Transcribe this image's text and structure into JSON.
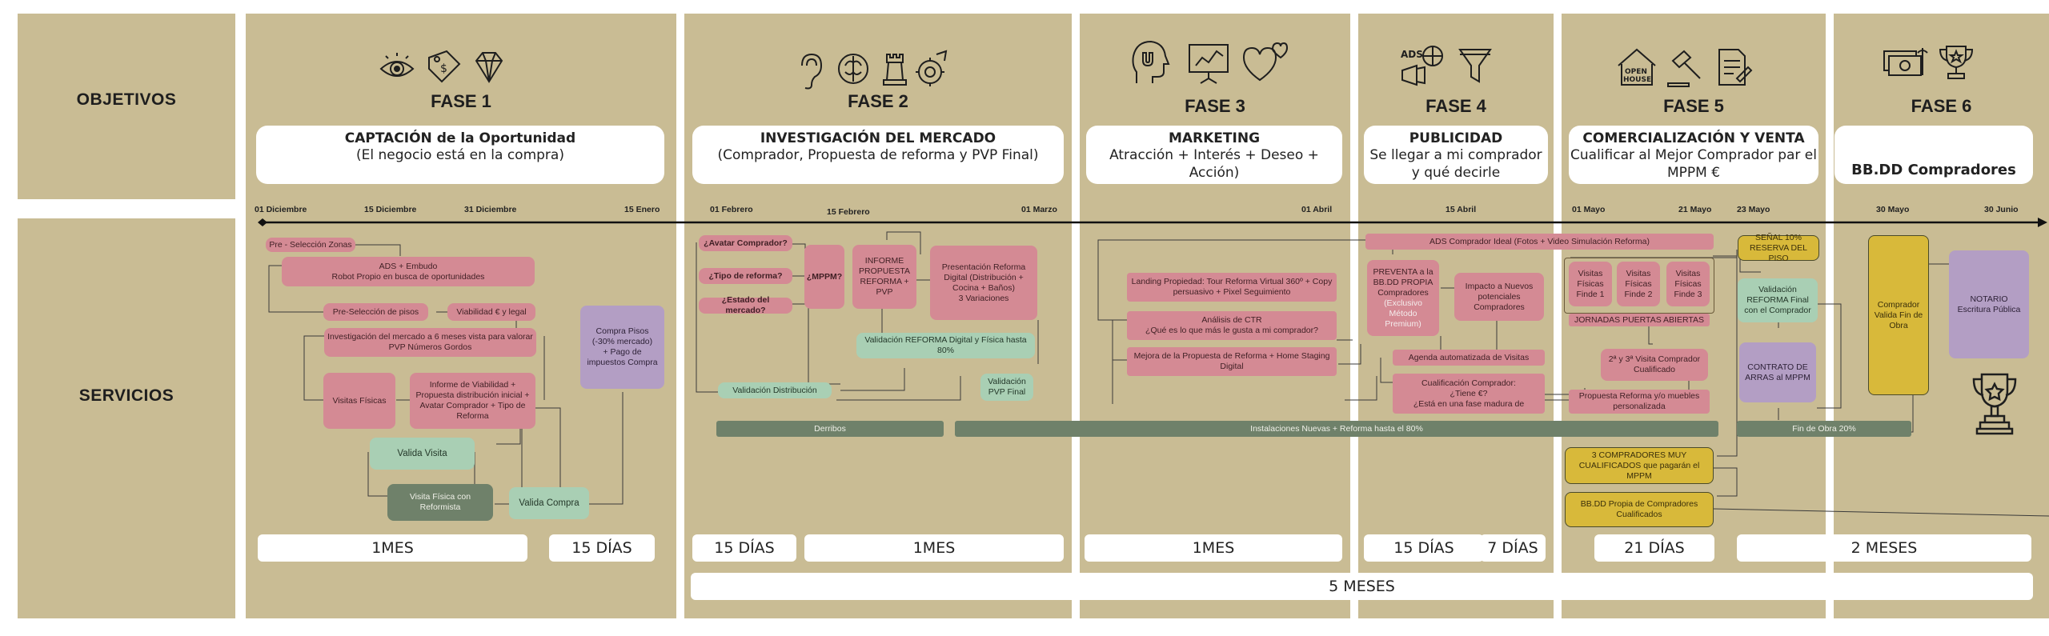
{
  "side": {
    "objetivos": "OBJETIVOS",
    "servicios": "SERVICIOS"
  },
  "phases": [
    {
      "name": "FASE 1",
      "title": "CAPTACIÓN  de la Oportunidad",
      "subtitle": "(El negocio está en la compra)"
    },
    {
      "name": "FASE 2",
      "title": "INVESTIGACIÓN DEL MERCADO",
      "subtitle": "(Comprador, Propuesta de reforma y PVP Final)"
    },
    {
      "name": "FASE 3",
      "title": "MARKETING",
      "subtitle": "Atracción + Interés + Deseo + Acción)"
    },
    {
      "name": "FASE 4",
      "title": "PUBLICIDAD",
      "subtitle": "Se llegar a mi comprador y qué decirle"
    },
    {
      "name": "FASE 5",
      "title": "COMERCIALIZACIÓN Y VENTA",
      "subtitle": "Cualificar al Mejor Comprador par el MPPM  €"
    },
    {
      "name": "FASE 6",
      "title": "BB.DD Compradores",
      "subtitle": ""
    }
  ],
  "dates": [
    "01 Diciembre",
    "15 Diciembre",
    "31 Diciembre",
    "15  Enero",
    "01 Febrero",
    "15 Febrero",
    "01 Marzo",
    "01 Abril",
    "15  Abril",
    "01  Mayo",
    "21 Mayo",
    "23 Mayo",
    "30 Mayo",
    "30 Junio"
  ],
  "boxes": {
    "f1": {
      "preseleccion_zonas": "Pre - Selección Zonas",
      "ads_embudo": "ADS + Embudo\nRobot Propio en busca de oportunidades",
      "preseleccion_pisos": "Pre-Selección de pisos",
      "viabilidad": "Viabilidad € y legal",
      "investigacion": "Investigación del mercado a 6 meses vista para valorar PVP Números Gordos",
      "visitas_fisicas": "Visitas Físicas",
      "informe_viabilidad": "Informe de Viabilidad + Propuesta distribución inicial + Avatar Comprador + Tipo de Reforma",
      "compra_pisos": "Compra Pisos\n(-30% mercado)\n+ Pago de impuestos Compra",
      "valida_visita": "Valida  Visita",
      "visita_reformista": "Visita Física con Reformista",
      "valida_compra": "Valida Compra"
    },
    "f2": {
      "avatar": "¿Avatar Comprador?",
      "tipo_reforma": "¿Tipo de reforma?",
      "estado_mercado": "¿Estado del mercado?",
      "mppm": "¿MPPM?",
      "informe_propuesta": "INFORME PROPUESTA REFORMA + PVP",
      "presentacion_reforma": "Presentación Reforma Digital (Distribución + Cocina + Baños)\n3 Variaciones",
      "validacion_reforma": "Validación REFORMA Digital y Física hasta 80%",
      "validacion_distribucion": "Validación Distribución",
      "validacion_pvp": "Validación PVP Final",
      "derribos": "Derribos"
    },
    "f3": {
      "ads_comprador": "ADS Comprador Ideal (Fotos + Video Simulación Reforma)",
      "landing": "Landing Propiedad: Tour Reforma Virtual 360º + Copy persuasivo + Pixel Seguimiento",
      "analisis_ctr": "Análisis de CTR\n¿Qué es lo que más le gusta a mi comprador?",
      "mejora_propuesta": "Mejora de la Propuesta de Reforma + Home Staging  Digital",
      "instalaciones": "Instalaciones Nuevas + Reforma hasta el 80%"
    },
    "f4": {
      "preventa": "PREVENTA a la BB.DD  PROPIA Compradores",
      "preventa_note": "(Exclusivo Método Premium)",
      "impacto": "Impacto a Nuevos potenciales Compradores",
      "agenda": "Agenda automatizada de Visitas",
      "cualificacion": "Cualificación Comprador:\n¿Tiene €?\n¿Está en una fase madura de"
    },
    "f5": {
      "visitas1": "Visitas Físicas Finde 1",
      "visitas2": "Visitas Físicas Finde 2",
      "visitas3": "Visitas Físicas Finde 3",
      "jornadas": "JORNADAS PUERTAS ABIERTAS",
      "segunda_visita": "2ª y 3ª  Visita Comprador Cualificado",
      "propuesta_muebles": "Propuesta Reforma y/o muebles personalizada",
      "senal": "SEÑAL 10% RESERVA DEL PISO",
      "validacion_final": "Validación REFORMA Final con el Comprador",
      "contrato": "CONTRATO DE ARRAS al MPPM",
      "tres_compradores": "3 COMPRADORES MUY CUALIFICADOS que pagarán el MPPM",
      "bbdd_propia": "BB.DD Propia de Compradores Cualificados",
      "fin_obra": "Fin de Obra 20%"
    },
    "f6": {
      "comprador_valida": "Comprador Valida Fin de Obra",
      "notario": "NOTARIO\nEscritura Pública"
    }
  },
  "durations": {
    "f1a": "1MES",
    "f1b": "15 DÍAS",
    "f2a": "15 DÍAS",
    "f2b": "1MES",
    "f3": "1MES",
    "f4a": "15 DÍAS",
    "f4b": "7 DÍAS",
    "f5": "21 DÍAS",
    "f6": "2 MESES",
    "total": "5 MESES"
  },
  "colors": {
    "panel": "#c9bc94",
    "pink": "#d48a94",
    "purple": "#b39ec4",
    "mint": "#a9cfb4",
    "dkgreen": "#6f816a",
    "yellow": "#d8b93a"
  },
  "icons": [
    "eye-icon",
    "money-tag-icon",
    "diamond-icon",
    "ear-icon",
    "brain-icon",
    "chess-rook-icon",
    "gear-target-icon",
    "magnet-head-icon",
    "presentation-screen-icon",
    "heart-icon",
    "ads-megaphone-icon",
    "funnel-icon",
    "open-house-icon",
    "gavel-icon",
    "contract-icon",
    "money-icon",
    "trophy-icon"
  ]
}
